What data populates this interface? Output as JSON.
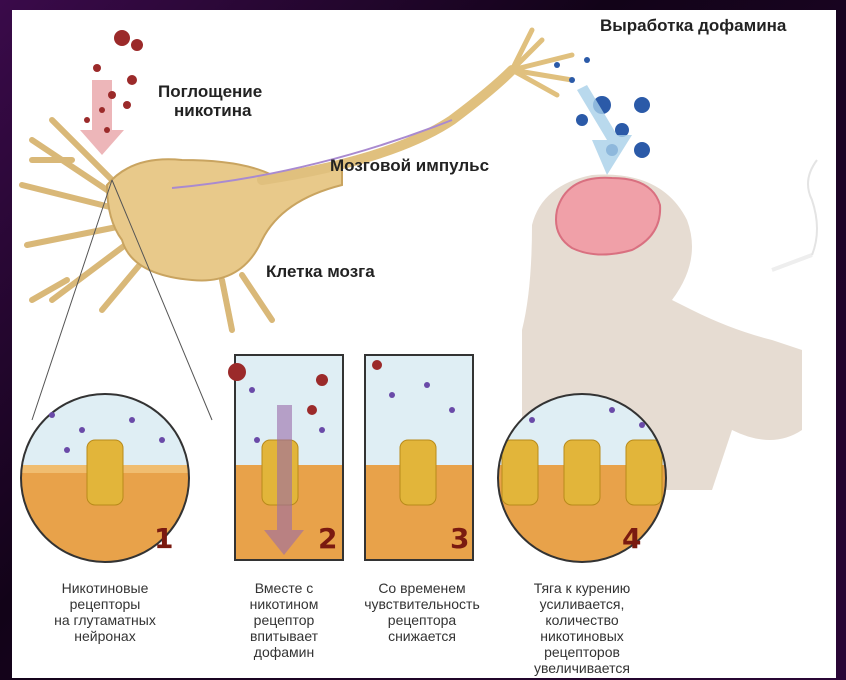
{
  "labels": {
    "dopamine_production": "Выработка дофамина",
    "nicotine_absorption_line1": "Поглощение",
    "nicotine_absorption_line2": "никотина",
    "brain_impulse": "Мозговой импульс",
    "brain_cell": "Клетка мозга"
  },
  "panels": [
    {
      "number": "1",
      "caption": [
        "Никотиновые",
        "рецепторы",
        "на глутаматных",
        "нейронах"
      ]
    },
    {
      "number": "2",
      "caption": [
        "Вместе с",
        "никотином",
        "рецептор",
        "впитывает",
        "дофамин"
      ]
    },
    {
      "number": "3",
      "caption": [
        "Со временем",
        "чувствительность",
        "рецептора",
        "снижается"
      ]
    },
    {
      "number": "4",
      "caption": [
        "Тяга к курению",
        "усиливается,",
        "количество",
        "никотиновых",
        "рецепторов",
        "увеличивается"
      ]
    }
  ],
  "colors": {
    "neuron": "#e8c98a",
    "nicotine": "#9b2a2a",
    "dopamine": "#2b5aa8",
    "membrane": "#e8a24a",
    "receptor": "#e2b53a",
    "fluid": "#dfeef4"
  }
}
